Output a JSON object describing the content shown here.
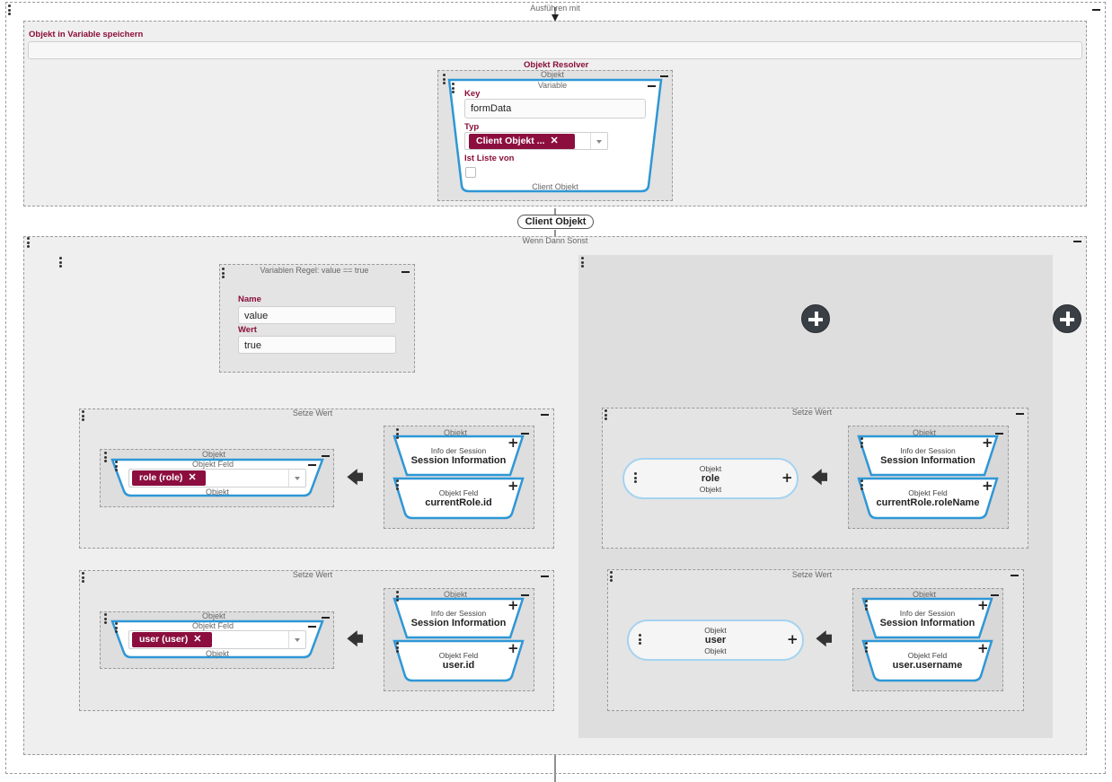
{
  "outer": {
    "title": "Ausführen mit"
  },
  "store": {
    "label": "Objekt in Variable speichern",
    "value": ""
  },
  "resolver": {
    "title": "Objekt Resolver",
    "objekt_label": "Objekt",
    "variable_label": "Variable",
    "key_label": "Key",
    "key_value": "formData",
    "typ_label": "Typ",
    "typ_tag": "Client Objekt ...",
    "list_label": "Ist Liste von",
    "bottom_label": "Client Objekt"
  },
  "client_badge": "Client Objekt",
  "wds": {
    "title": "Wenn Dann Sonst"
  },
  "rule": {
    "title": "Variablen Regel: value == true",
    "name_label": "Name",
    "name_value": "value",
    "wert_label": "Wert",
    "wert_value": "true"
  },
  "setze_title": "Setze Wert",
  "objekt": "Objekt",
  "objekt_feld": "Objekt Feld",
  "info_session": "Info der Session",
  "session_info": "Session Information",
  "sw1": {
    "tag": "role (role)",
    "field": "currentRole.id"
  },
  "sw2": {
    "tag": "user (user)",
    "field": "user.id"
  },
  "sw3": {
    "pill": "role",
    "field": "currentRole.roleName"
  },
  "sw4": {
    "pill": "user",
    "field": "user.username"
  },
  "icons": [
    "drag-handle-icon",
    "collapse-icon",
    "plus-icon",
    "close-icon",
    "chevron-down-icon",
    "arrow-left-icon",
    "add-circle-icon"
  ]
}
